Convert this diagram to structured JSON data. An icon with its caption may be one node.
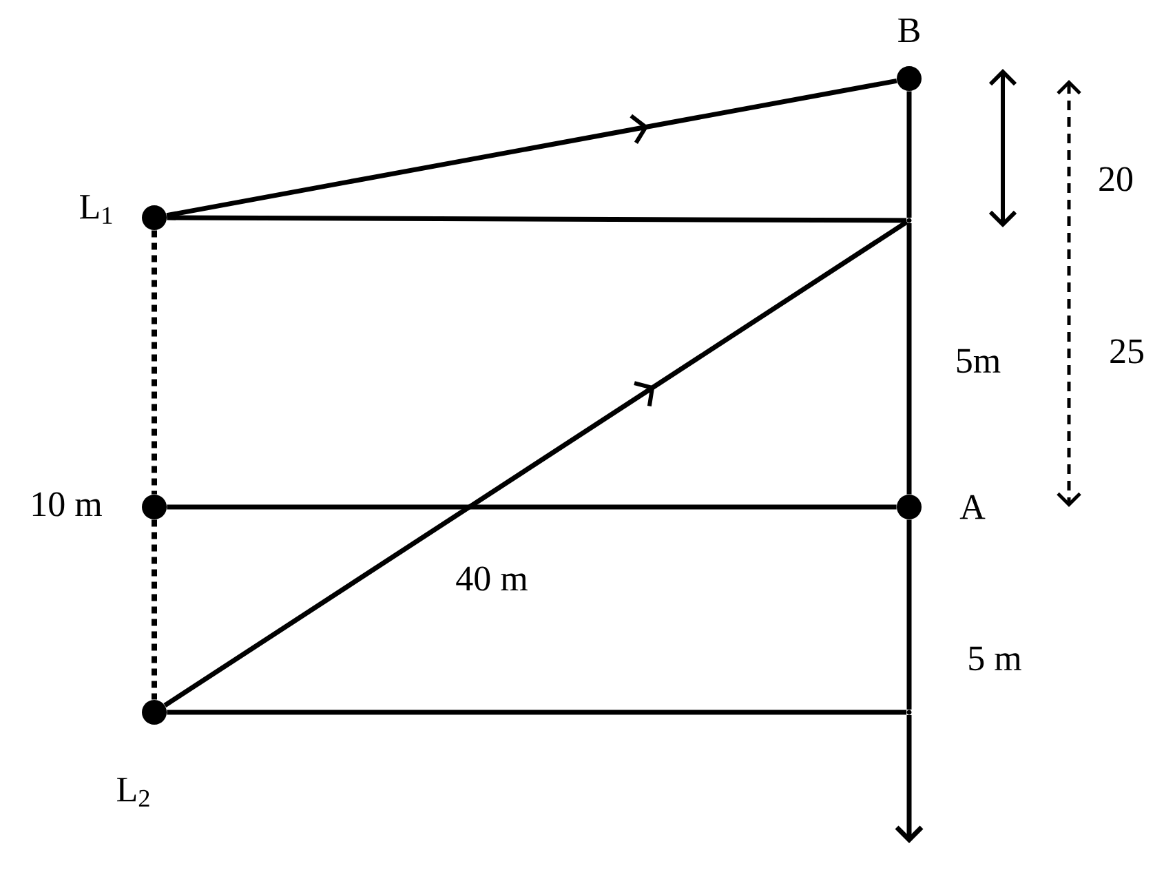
{
  "diagram": {
    "nodes": [
      {
        "text": [
          "L$_{1}$"
        ]
      },
      {
        "text": [
          "B"
        ]
      },
      {
        "text": [
          "10 m"
        ]
      },
      {
        "text": [
          "A"
        ]
      },
      {
        "text": [
          "L$_{2}$"
        ]
      },
      {
        "text": [],
        "shape": "point"
      },
      {
        "text": [],
        "shape": "point"
      }
    ],
    "edges": [
      {
        "from": 0,
        "to": 1,
        "arrow": "to"
      },
      {
        "from": 0,
        "to": 5,
        "arrow": "none"
      },
      {
        "from": 4,
        "to": 5,
        "arrow": "to"
      },
      {
        "from": 2,
        "to": 3,
        "arrow": "none"
      },
      {
        "from": 4,
        "to": 6,
        "arrow": "none"
      },
      {
        "from": 0,
        "to": 2,
        "arrow": "none",
        "style": "dashed"
      },
      {
        "from": 2,
        "to": 4,
        "arrow": "none",
        "style": "dashed"
      },
      {
        "from": 1,
        "to": 5,
        "arrow": "none"
      },
      {
        "from": 5,
        "to": 3,
        "arrow": "none"
      },
      {
        "from": 3,
        "to": 6,
        "arrow": "none"
      },
      {
        "from": 6,
        "to": null,
        "arrow": "to"
      }
    ],
    "labels": [
      "20",
      "25",
      "5m",
      "40 m",
      "5 m"
    ]
  }
}
